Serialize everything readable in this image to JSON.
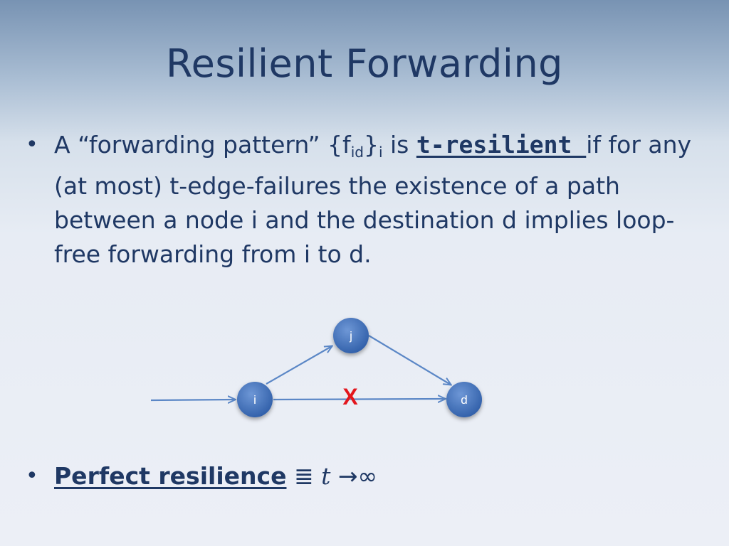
{
  "slide": {
    "title": "Resilient Forwarding",
    "bullets": [
      {
        "part1": "A “forwarding pattern” {f",
        "sub1": "id",
        "part2": "}",
        "sub2": "i",
        "part3": " is ",
        "keyword": "t-resilient ",
        "part4": "if for any (at most) t-edge-failures the existence of a path between a node i and the destination d implies loop-free forwarding from i to d."
      },
      {
        "keyword": "Perfect resilience",
        "equiv": " ≣ ",
        "t": "t",
        "arrow": " →∞"
      }
    ]
  },
  "diagram": {
    "nodes": [
      {
        "id": "i",
        "label": "i"
      },
      {
        "id": "j",
        "label": "j"
      },
      {
        "id": "d",
        "label": "d"
      }
    ],
    "failure_mark": "X",
    "colors": {
      "node": "#3f6fba",
      "edge": "#5b87c6",
      "failure": "#e3161d"
    }
  }
}
